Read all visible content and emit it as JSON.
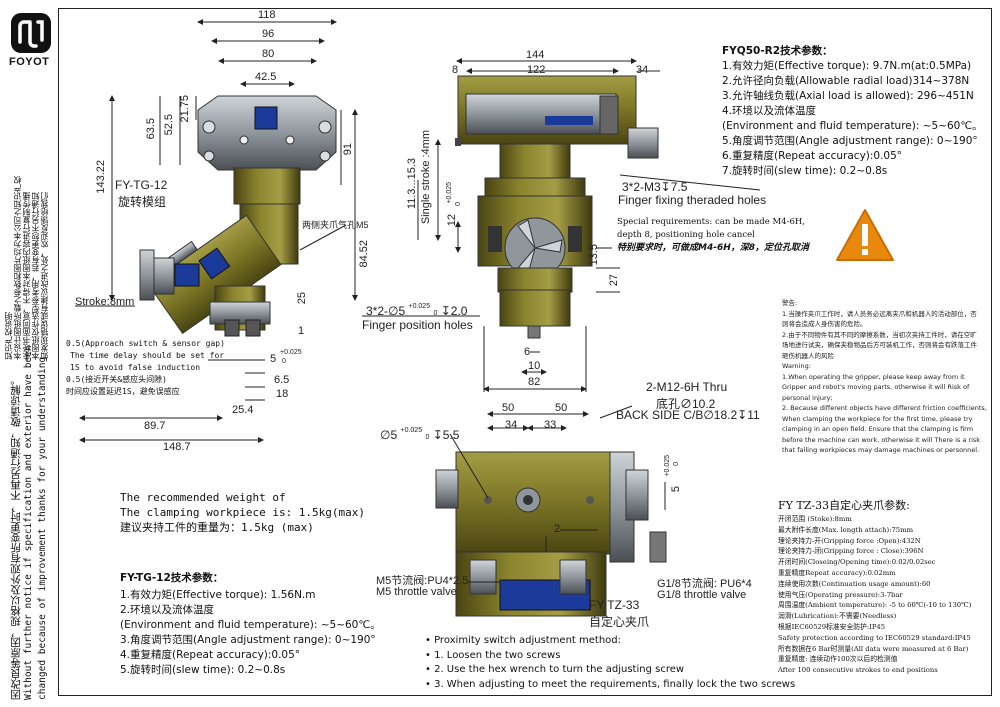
{
  "brand": {
    "logo": "FOYOT logo",
    "name": "FOYOT"
  },
  "side_notes": {
    "cn_right": [
      "知识产权说明",
      "本设计图纸所载之参数和图片均为本公司之知识产权",
      "未经书面同意，不得对本图纸内容进行复制传播",
      "本图纸仅作选型参考用，若有变更恕不另行通知",
      "如发现错误或有建议改进之处，欢迎反馈给我们"
    ],
    "en": [
      "Without further notice if specification and exterior have been",
      "changed because of improvement thanks for your understanding"
    ],
    "cn": "因改良等原因，规格以及外观有所变更时，不再另行通知，敬请谅解。"
  },
  "gripper_tg": {
    "dims_top": [
      "118",
      "96",
      "80",
      "42.5"
    ],
    "dims_left": [
      "143.22",
      "63.5",
      "52.5",
      "21.75"
    ],
    "dims_right": [
      "91",
      "84.52"
    ],
    "dims_bottom": [
      "5",
      "+0.025",
      "0",
      "6.5",
      "18",
      "25.4",
      "89.7",
      "148.7"
    ],
    "dim_25": "25",
    "dim_1": "1",
    "label_en": "FY-TG-12",
    "label_cn": "旋转模组",
    "air_hole": "两侧夹爪气孔M5",
    "stroke": "Stroke:8mm",
    "approach_note": [
      "0.5(Approach switch & sensor gap)",
      "The time delay should be set for",
      "1S to avoid false induction",
      "0.5(接近开关&感应头间隙)",
      "时间应设置延迟1S，避免误感应"
    ]
  },
  "gripper_tz_top": {
    "dims_top": [
      "144",
      "8",
      "122",
      "34"
    ],
    "dims_left": [
      "11.3...15.3",
      "Single stroke :4mm",
      "12",
      "+0.025",
      "0"
    ],
    "dims_right": [
      "13.5",
      "27"
    ],
    "dims_bottom": [
      "6",
      "10",
      "82"
    ],
    "finger_hole_dim": "3*2-∅5",
    "finger_hole_tol": "+0.025",
    "finger_hole_tol0": "0",
    "finger_hole_depth": "↧2.0",
    "finger_hole_label": "Finger position holes",
    "thread_spec": "3*2-M3↧7.5",
    "thread_label": "Finger fixing theraded holes",
    "special_req_en": [
      "Special requirements: can be made M4-6H,",
      "depth 8, positioning hole cancel"
    ],
    "special_req_cn": "特别要求时，可做成M4-6H，深8，定位孔取消"
  },
  "gripper_tz_bottom": {
    "thru": "2-M12-6H  Thru",
    "counterbore_cn": "底孔∅10.2",
    "back_side": "BACK SIDE C/B∅18.2↧11",
    "dims_top": [
      "50",
      "50",
      "34",
      "33"
    ],
    "left_hole": "∅5",
    "left_hole_tol": "+0.025",
    "left_hole_tol0": "0",
    "left_hole_depth": "↧5.5",
    "right_tol": "+0.025",
    "right_tol0": "0",
    "right_5": "5",
    "dim_2": "2",
    "m5_cn": "M5节流阀:PU4*2.5",
    "m5_en": "M5  throttle valve",
    "g18_cn": "G1/8节流阀: PU6*4",
    "g18_en": "G1/8  throttle valve",
    "label_en": "FY TZ-33",
    "label_cn": "自定心夹爪"
  },
  "workpiece_weight": {
    "en1": "The recommended weight of",
    "en2": "The clamping workpiece is: 1.5kg(max)",
    "cn": "建议夹持工件的重量为：1.5kg (max)"
  },
  "tg_specs": {
    "title": "FY-TG-12技术参数：",
    "lines": [
      "1.有效力矩(Effective torque): 1.56N.m",
      "2.环境以及流体温度",
      "(Environment and fluid temperature): ~5~60℃。",
      "3.角度调节范围(Angle adjustment range): 0~190°",
      "4.重复精度(Repeat accuracy):0.05°",
      "5.旋转时间(slew time): 0.2~0.8s"
    ]
  },
  "fyq_specs": {
    "title": "FYQ50-R2技术参数：",
    "lines": [
      "1.有效力矩(Effective torque): 9.7N.m(at:0.5MPa)",
      "2.允许径向负载(Allowable radial load)314~378N",
      "3.允许轴线负载(Axial load is allowed): 296~451N",
      "4.环境以及流体温度",
      "(Environment and fluid temperature): ~5~60℃。",
      "5.角度调节范围(Angle adjustment range): 0~190°",
      "6.重复精度(Repeat accuracy):0.05°",
      "7.旋转时间(slew time): 0.2~0.8s"
    ]
  },
  "warning": {
    "title": "警告:",
    "cn": [
      "1.当操作夹爪工作时，请人员务必远离夹爪和机器人的活动部位，否",
      "则将会造成人身伤害的危险。",
      "2.由于不同物件有其不同的摩擦系数，当初次夹持工件时，请在空旷",
      "场地进行试夹，确保夹稳物品后方可装机工作，否则将会有跌落工件",
      "砸伤机器人的风险"
    ],
    "en_title": "Warning:",
    "en": [
      "1.When operating the gripper, please keep away from it",
      "Gripper and robot's moving parts, otherwise it will Risk of",
      "personal injury;",
      "2. Because different objects have different friction coefficients,",
      "When clamping the workpiece for the first time, please try",
      "clamping in an open field. Ensure that the clamping is firm",
      "before the machine can work, otherwise it will There is a risk",
      "that falling workpieces may damage machines or personnel."
    ]
  },
  "tz_specs": {
    "title": "FY TZ-33自定心夹爪参数:",
    "lines": [
      "开闭范围 (Stoke):8mm",
      "最大附件长度(Max. length attach):75mm",
      "理论夹持力-开(Gripping force :Open):432N",
      "理论夹持力-闭(Gripping force : Close):396N",
      "开闭时间(Closeing/Opening time):0.02/0.02sec",
      "重复精度Repeat accuracy):0.02mm",
      "连续使用次数(Continuation usage amount):60",
      "使用气压(Operating pressure):3-7bar",
      "周围温度(Ambient temperature): -5 to 60℃(-10 to 130℃)",
      "润滑(Lubrication):不需要(Needless)",
      "根据IEC60529标准安全防护:IP45",
      "Safety protection according to IEC60529 standard:IP45",
      "所有数据在6 Bar时测量(All data were measured at 6 Bar)",
      "重复精度: 连续动作100次以后的检测值",
      "After 100 consecutive strokes to end positions"
    ]
  },
  "proximity": {
    "title": "Proximity switch adjustment method:",
    "steps": [
      "1. Loosen the two screws",
      "2. Use the hex wrench to turn the adjusting screw",
      "3. When adjusting to meet the requirements, finally lock the two screws"
    ]
  },
  "colors": {
    "olive": "#7a7425",
    "olive_dark": "#4f4a14",
    "steel": "#8f969c",
    "steel_dark": "#4a4f54",
    "blue": "#1b3a9a",
    "warn_orange": "#e8890e"
  }
}
